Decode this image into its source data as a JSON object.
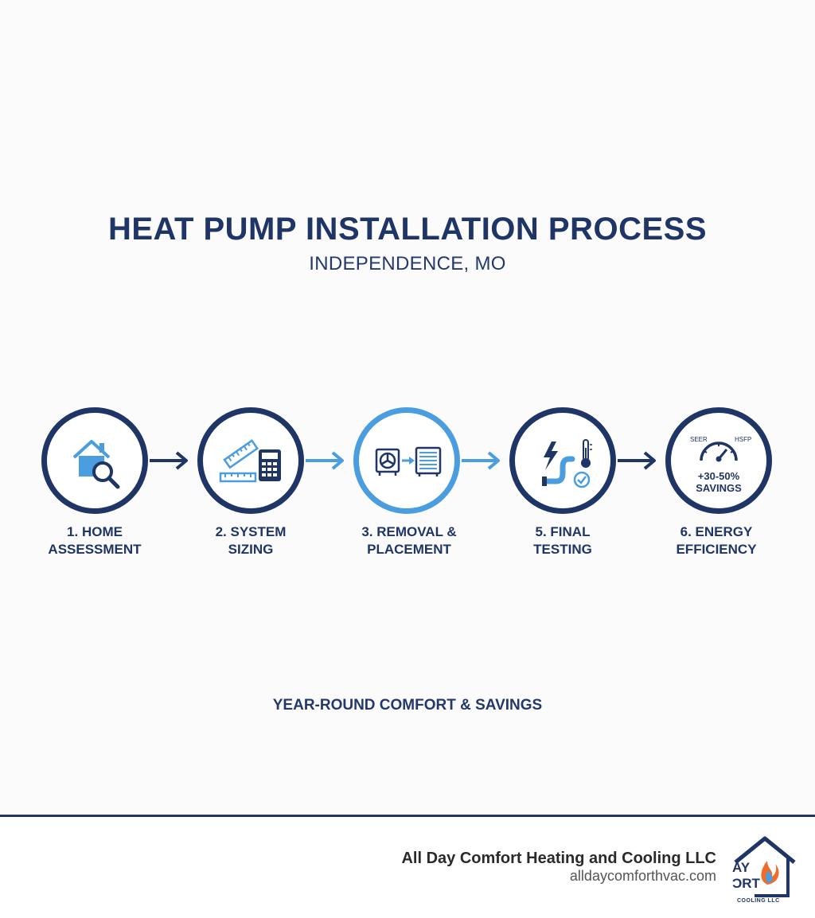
{
  "header": {
    "title": "HEAT PUMP INSTALLATION PROCESS",
    "subtitle": "INDEPENDENCE, MO"
  },
  "steps": [
    {
      "line1": "1. HOME",
      "line2": "ASSESSMENT",
      "icon": "house-magnifier-icon"
    },
    {
      "line1": "2. SYSTEM",
      "line2": "SIZING",
      "icon": "ruler-calculator-icon"
    },
    {
      "line1": "3. REMOVAL &",
      "line2": "PLACEMENT",
      "icon": "unit-swap-icon"
    },
    {
      "line1": "5. FINAL",
      "line2": "TESTING",
      "icon": "electric-pipe-thermometer-icon"
    },
    {
      "line1": "6. ENERGY",
      "line2": "EFFICIENCY",
      "icon": "efficiency-gauge-icon"
    }
  ],
  "gauge": {
    "left_label": "SEER",
    "right_label": "HSFP",
    "savings_value": "+30-50%",
    "savings_label": "SAVINGS"
  },
  "tagline": "YEAR-ROUND COMFORT & SAVINGS",
  "footer": {
    "company": "All Day Comfort Heating and Cooling LLC",
    "website": "alldaycomforthvac.com",
    "logo_line1": "AY",
    "logo_line2": "ƆRT",
    "logo_line3": "COOLING LLC"
  },
  "colors": {
    "navy": "#1e3566",
    "accent_blue": "#4a9ddf",
    "background": "#fbfbfb"
  }
}
